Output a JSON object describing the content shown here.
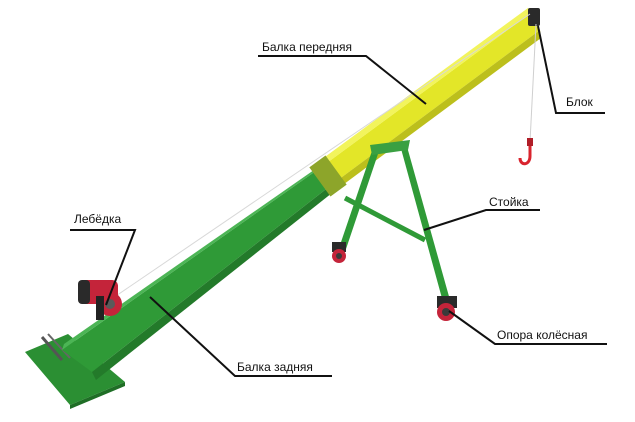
{
  "labels": {
    "front_beam": "Балка передняя",
    "block": "Блок",
    "post": "Стойка",
    "winch": "Лебёдка",
    "wheel_support": "Опора колёсная",
    "rear_beam": "Балка задняя"
  },
  "colors": {
    "rear_beam": "#2f9a37",
    "front_beam": "#e3e628",
    "winch": "#c4243a",
    "hook": "#d9242e",
    "base_plate": "#2b8f33",
    "leader_line": "#111111",
    "cable": "#e8e8e8"
  }
}
